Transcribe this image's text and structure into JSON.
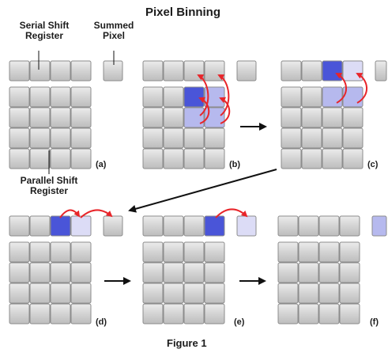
{
  "title": "Pixel Binning",
  "figure_caption": "Figure 1",
  "labels": {
    "serial_shift_register": [
      "Serial Shift",
      "Register"
    ],
    "summed_pixel": [
      "Summed",
      "Pixel"
    ],
    "parallel_shift_register": [
      "Parallel Shift",
      "Register"
    ]
  },
  "panels": [
    {
      "label": "(a)",
      "serial_dark": [],
      "serial_light": [],
      "summed": "empty",
      "grid_dark": [],
      "grid_light": [],
      "arrows": "none"
    },
    {
      "label": "(b)",
      "serial_dark": [],
      "serial_light": [],
      "summed": "empty",
      "grid_dark": [
        [
          0,
          2
        ]
      ],
      "grid_light": [
        [
          0,
          3
        ],
        [
          1,
          2
        ],
        [
          1,
          3
        ]
      ],
      "arrows": "parallel-shift"
    },
    {
      "label": "(c)",
      "serial_dark": [
        2
      ],
      "serial_light": [
        3
      ],
      "summed": "empty",
      "grid_dark": [],
      "grid_light": [
        [
          0,
          2
        ],
        [
          0,
          3
        ]
      ],
      "arrows": "parallel-shift"
    },
    {
      "label": "(d)",
      "serial_dark": [
        2
      ],
      "serial_light": [
        3
      ],
      "summed": "empty",
      "grid_dark": [],
      "grid_light": [],
      "arrows": "serial-shift"
    },
    {
      "label": "(e)",
      "serial_dark": [
        3
      ],
      "serial_light": [],
      "summed": "light",
      "grid_dark": [],
      "grid_light": [],
      "arrows": "serial-to-summed"
    },
    {
      "label": "(f)",
      "serial_dark": [],
      "serial_light": [],
      "summed": "filled",
      "grid_dark": [],
      "grid_light": [],
      "arrows": "none"
    }
  ],
  "colors": {
    "cell": "#d4d4d4",
    "cell_border": "#8c8c8c",
    "dark_blue": "#4a55d8",
    "light_blue": "#b6b9ee",
    "light_lavender": "#dcdcf6",
    "arrow_red": "#e8252a",
    "arrow_black": "#111111"
  }
}
